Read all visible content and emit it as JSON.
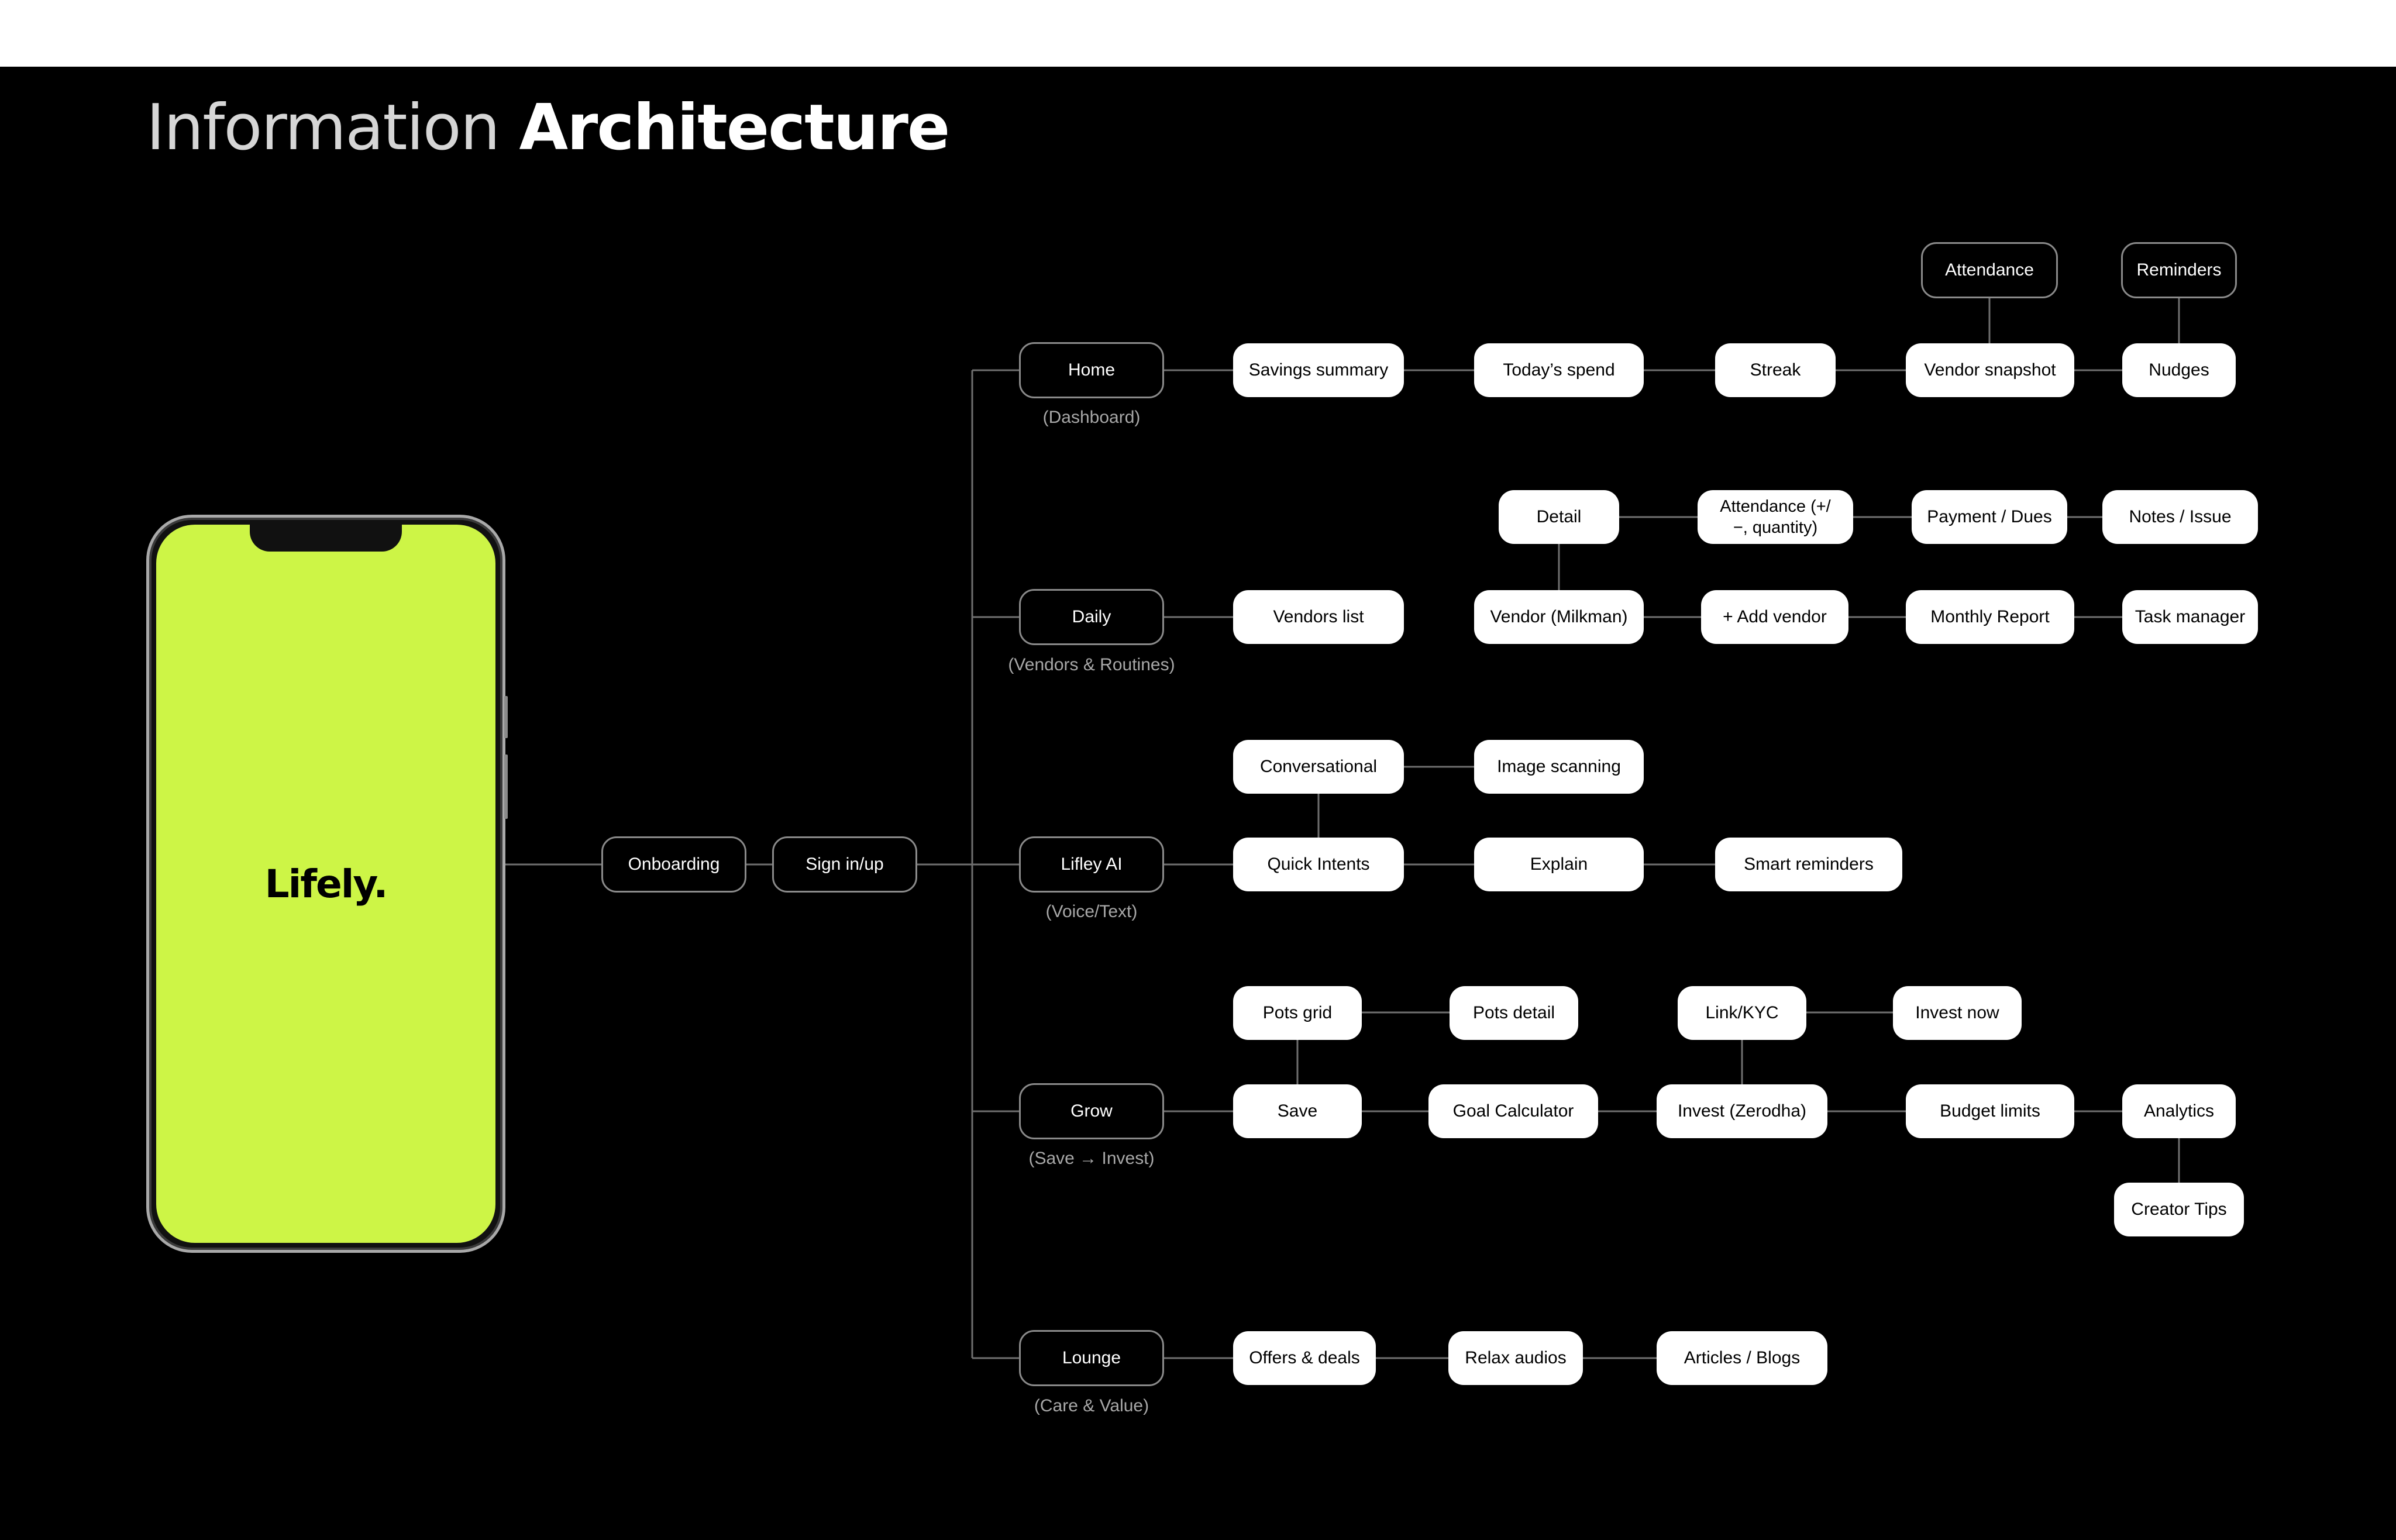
{
  "title": {
    "light": "Information",
    "bold": "Architecture"
  },
  "phone": {
    "brand": "Lifely."
  },
  "flow": {
    "onboarding": "Onboarding",
    "signin": "Sign in/up"
  },
  "sections": {
    "home": {
      "label": "Home",
      "sublabel": "(Dashboard)"
    },
    "daily": {
      "label": "Daily",
      "sublabel": "(Vendors & Routines)"
    },
    "ai": {
      "label": "Lifley AI",
      "sublabel": "(Voice/Text)"
    },
    "grow": {
      "label": "Grow",
      "sublabel": "(Save → Invest)"
    },
    "lounge": {
      "label": "Lounge",
      "sublabel": "(Care & Value)"
    }
  },
  "nodes": {
    "savings_summary": "Savings summary",
    "todays_spend": "Today’s spend",
    "streak": "Streak",
    "vendor_snapshot": "Vendor snapshot",
    "attendance_home": "Attendance",
    "nudges": "Nudges",
    "reminders": "Reminders",
    "vendors_list": "Vendors list",
    "vendor_milkman": "Vendor (Milkman)",
    "detail": "Detail",
    "attendance_qty": "Attendance (+/−, quantity)",
    "payment_dues": "Payment / Dues",
    "notes_issue": "Notes / Issue",
    "add_vendor": "+ Add vendor",
    "monthly_report": "Monthly Report",
    "task_manager": "Task manager",
    "quick_intents": "Quick Intents",
    "conversational": "Conversational",
    "image_scanning": "Image scanning",
    "explain": "Explain",
    "smart_reminders": "Smart reminders",
    "save": "Save",
    "pots_grid": "Pots grid",
    "pots_detail": "Pots detail",
    "goal_calculator": "Goal Calculator",
    "invest_zerodha": "Invest (Zerodha)",
    "link_kyc": "Link/KYC",
    "invest_now": "Invest now",
    "budget_limits": "Budget limits",
    "analytics": "Analytics",
    "creator_tips": "Creator Tips",
    "offers_deals": "Offers & deals",
    "relax_audios": "Relax audios",
    "articles_blogs": "Articles / Blogs"
  },
  "colors": {
    "background": "#000000",
    "accent": "#cdf546",
    "node_fill": "#ffffff",
    "connector": "#6f6f6f"
  }
}
